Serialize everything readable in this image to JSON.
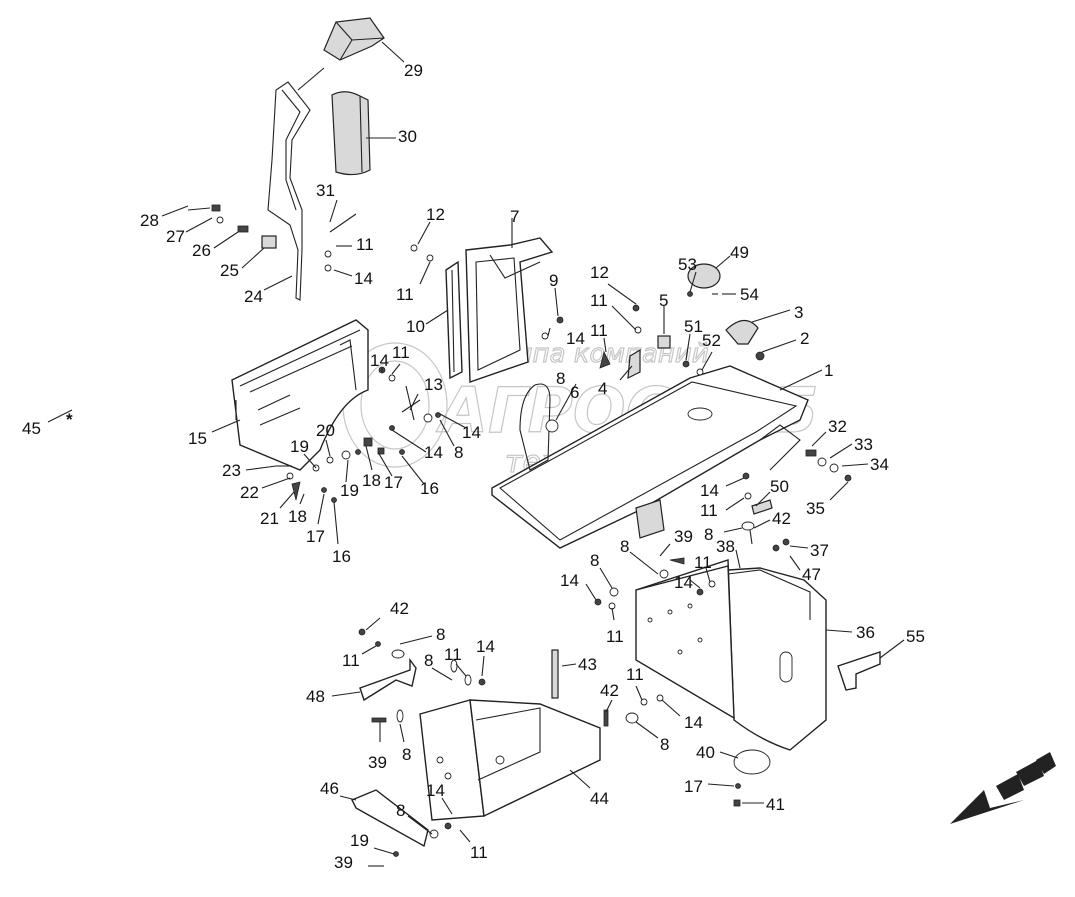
{
  "diagram": {
    "watermark": {
      "line1": "группа компаний",
      "line2": "АГРОСНАБ",
      "line3": "техсервис"
    },
    "star_symbol": "*",
    "callouts": [
      {
        "id": "c1",
        "text": "1"
      },
      {
        "id": "c2",
        "text": "2"
      },
      {
        "id": "c3",
        "text": "3"
      },
      {
        "id": "c4",
        "text": "4"
      },
      {
        "id": "c5",
        "text": "5"
      },
      {
        "id": "c6",
        "text": "6"
      },
      {
        "id": "c7",
        "text": "7"
      },
      {
        "id": "c8a",
        "text": "8"
      },
      {
        "id": "c8b",
        "text": "8"
      },
      {
        "id": "c8c",
        "text": "8"
      },
      {
        "id": "c8d",
        "text": "8"
      },
      {
        "id": "c8e",
        "text": "8"
      },
      {
        "id": "c8f",
        "text": "8"
      },
      {
        "id": "c8g",
        "text": "8"
      },
      {
        "id": "c8h",
        "text": "8"
      },
      {
        "id": "c8i",
        "text": "8"
      },
      {
        "id": "c8j",
        "text": "8"
      },
      {
        "id": "c8k",
        "text": "8"
      },
      {
        "id": "c9",
        "text": "9"
      },
      {
        "id": "c10",
        "text": "10"
      },
      {
        "id": "c11a",
        "text": "11"
      },
      {
        "id": "c11b",
        "text": "11"
      },
      {
        "id": "c11c",
        "text": "11"
      },
      {
        "id": "c11d",
        "text": "11"
      },
      {
        "id": "c11e",
        "text": "11"
      },
      {
        "id": "c11f",
        "text": "11"
      },
      {
        "id": "c11g",
        "text": "11"
      },
      {
        "id": "c11h",
        "text": "11"
      },
      {
        "id": "c11i",
        "text": "11"
      },
      {
        "id": "c11j",
        "text": "11"
      },
      {
        "id": "c11k",
        "text": "11"
      },
      {
        "id": "c11l",
        "text": "11"
      },
      {
        "id": "c11m",
        "text": "11"
      },
      {
        "id": "c12a",
        "text": "12"
      },
      {
        "id": "c12b",
        "text": "12"
      },
      {
        "id": "c13",
        "text": "13"
      },
      {
        "id": "c14a",
        "text": "14"
      },
      {
        "id": "c14b",
        "text": "14"
      },
      {
        "id": "c14c",
        "text": "14"
      },
      {
        "id": "c14d",
        "text": "14"
      },
      {
        "id": "c14e",
        "text": "14"
      },
      {
        "id": "c14f",
        "text": "14"
      },
      {
        "id": "c14g",
        "text": "14"
      },
      {
        "id": "c14h",
        "text": "14"
      },
      {
        "id": "c14i",
        "text": "14"
      },
      {
        "id": "c14j",
        "text": "14"
      },
      {
        "id": "c14k",
        "text": "14"
      },
      {
        "id": "c15",
        "text": "15"
      },
      {
        "id": "c16a",
        "text": "16"
      },
      {
        "id": "c16b",
        "text": "16"
      },
      {
        "id": "c17a",
        "text": "17"
      },
      {
        "id": "c17b",
        "text": "17"
      },
      {
        "id": "c17c",
        "text": "17"
      },
      {
        "id": "c18a",
        "text": "18"
      },
      {
        "id": "c18b",
        "text": "18"
      },
      {
        "id": "c19a",
        "text": "19"
      },
      {
        "id": "c19b",
        "text": "19"
      },
      {
        "id": "c19c",
        "text": "19"
      },
      {
        "id": "c20",
        "text": "20"
      },
      {
        "id": "c21",
        "text": "21"
      },
      {
        "id": "c22",
        "text": "22"
      },
      {
        "id": "c23",
        "text": "23"
      },
      {
        "id": "c24",
        "text": "24"
      },
      {
        "id": "c25",
        "text": "25"
      },
      {
        "id": "c26",
        "text": "26"
      },
      {
        "id": "c27",
        "text": "27"
      },
      {
        "id": "c28",
        "text": "28"
      },
      {
        "id": "c29",
        "text": "29"
      },
      {
        "id": "c30",
        "text": "30"
      },
      {
        "id": "c31",
        "text": "31"
      },
      {
        "id": "c32",
        "text": "32"
      },
      {
        "id": "c33",
        "text": "33"
      },
      {
        "id": "c34",
        "text": "34"
      },
      {
        "id": "c35",
        "text": "35"
      },
      {
        "id": "c36",
        "text": "36"
      },
      {
        "id": "c37",
        "text": "37"
      },
      {
        "id": "c38",
        "text": "38"
      },
      {
        "id": "c39a",
        "text": "39"
      },
      {
        "id": "c39b",
        "text": "39"
      },
      {
        "id": "c39c",
        "text": "39"
      },
      {
        "id": "c40",
        "text": "40"
      },
      {
        "id": "c41",
        "text": "41"
      },
      {
        "id": "c42a",
        "text": "42"
      },
      {
        "id": "c42b",
        "text": "42"
      },
      {
        "id": "c42c",
        "text": "42"
      },
      {
        "id": "c43",
        "text": "43"
      },
      {
        "id": "c44",
        "text": "44"
      },
      {
        "id": "c45",
        "text": "45"
      },
      {
        "id": "c46",
        "text": "46"
      },
      {
        "id": "c47",
        "text": "47"
      },
      {
        "id": "c48",
        "text": "48"
      },
      {
        "id": "c49",
        "text": "49"
      },
      {
        "id": "c50",
        "text": "50"
      },
      {
        "id": "c51",
        "text": "51"
      },
      {
        "id": "c52",
        "text": "52"
      },
      {
        "id": "c53",
        "text": "53"
      },
      {
        "id": "c54",
        "text": "54"
      },
      {
        "id": "c55",
        "text": "55"
      }
    ]
  }
}
